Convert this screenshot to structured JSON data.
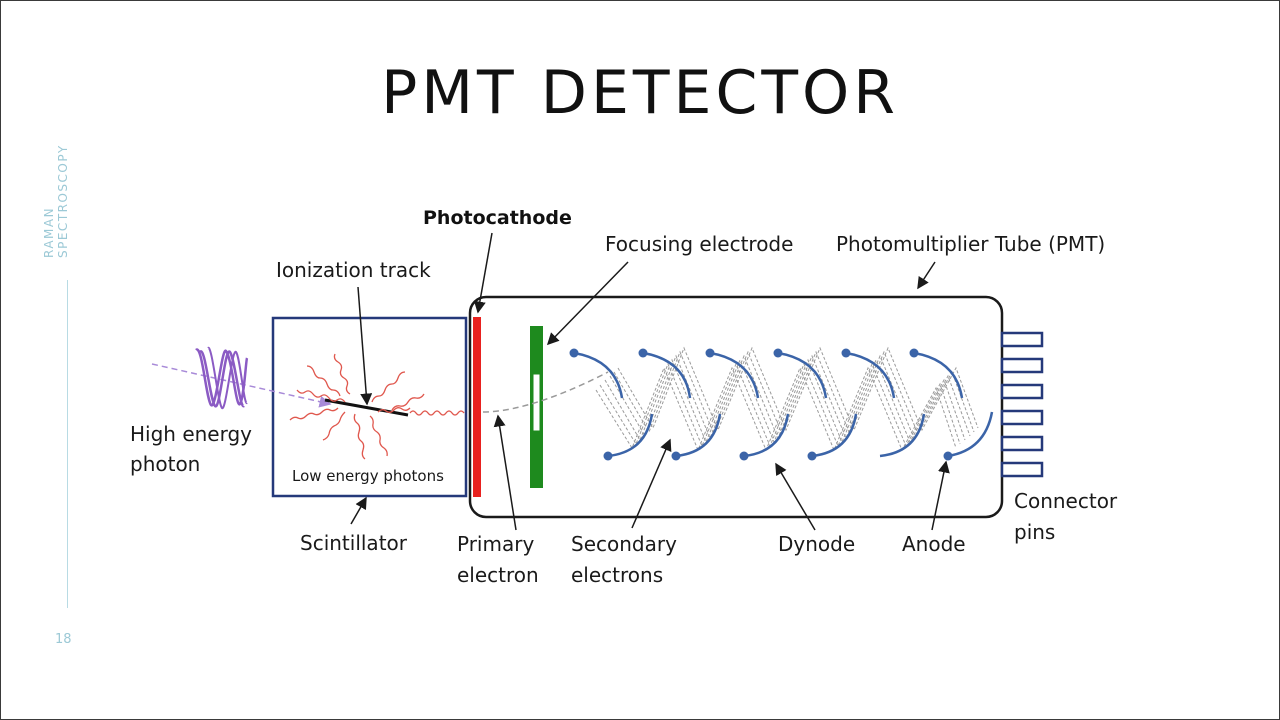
{
  "slide": {
    "title": "PMT DETECTOR",
    "side_label_line1": "RAMAN",
    "side_label_line2": "SPECTROSCOPY",
    "page_number": "18"
  },
  "diagram": {
    "labels": {
      "photocathode": "Photocathode",
      "focusing_electrode": "Focusing electrode",
      "pmt": "Photomultiplier Tube (PMT)",
      "ionization_track": "Ionization track",
      "high_energy_photon_1": "High energy",
      "high_energy_photon_2": "photon",
      "low_energy_photons": "Low energy photons",
      "scintillator": "Scintillator",
      "primary_electron_1": "Primary",
      "primary_electron_2": "electron",
      "secondary_electrons_1": "Secondary",
      "secondary_electrons_2": "electrons",
      "dynode": "Dynode",
      "anode": "Anode",
      "connector_pins_1": "Connector",
      "connector_pins_2": "pins"
    },
    "colors": {
      "photocathode": "#e8211f",
      "focusing_electrode": "#1e8a1e",
      "scintillator_border": "#25397a",
      "dynode": "#3b64a8",
      "photon_wave": "#8b5bc4",
      "low_energy_photons": "#e0584e",
      "electron_path": "#9a9a9a"
    }
  }
}
